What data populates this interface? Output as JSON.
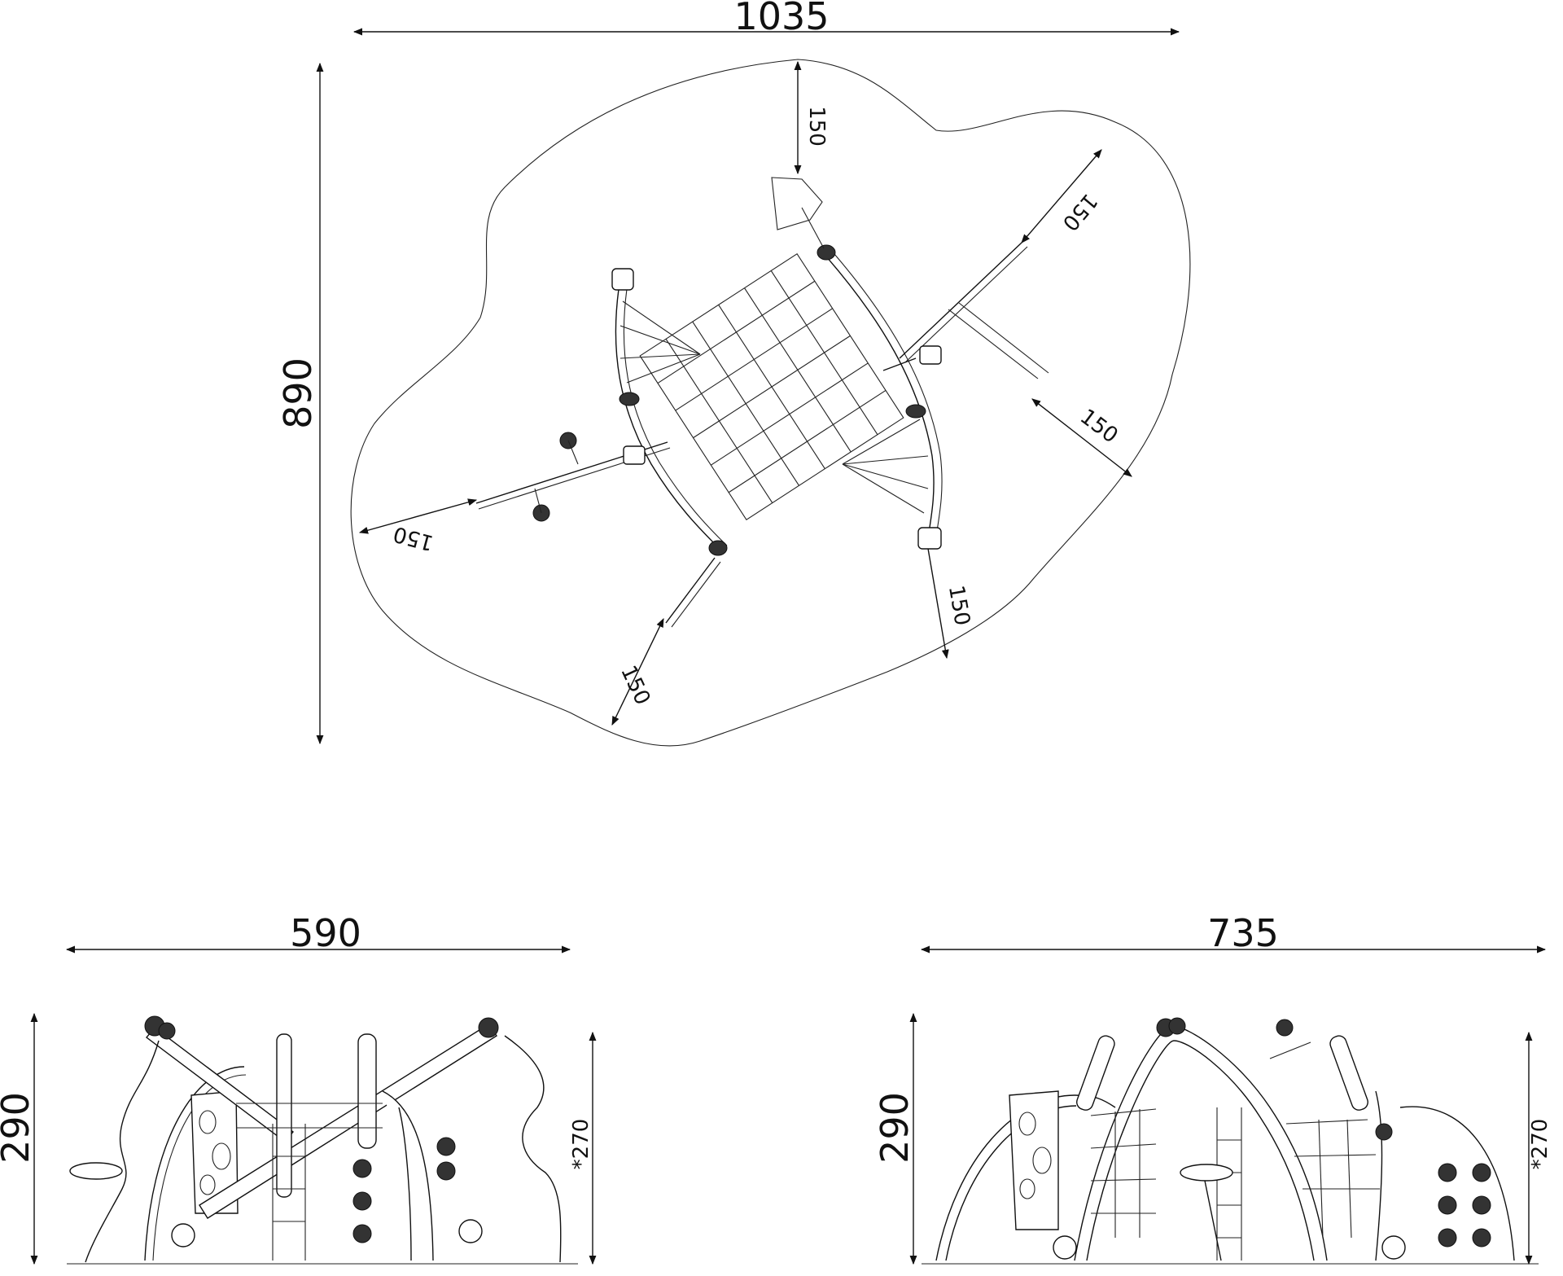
{
  "top_view": {
    "width_label": "1035",
    "height_label": "890",
    "clearance_labels": [
      "150",
      "150",
      "150",
      "150",
      "150",
      "150"
    ]
  },
  "side_view_left": {
    "width_label": "590",
    "height_label": "290",
    "fall_height_label": "*270"
  },
  "side_view_right": {
    "width_label": "735",
    "height_label": "290",
    "fall_height_label": "*270"
  }
}
